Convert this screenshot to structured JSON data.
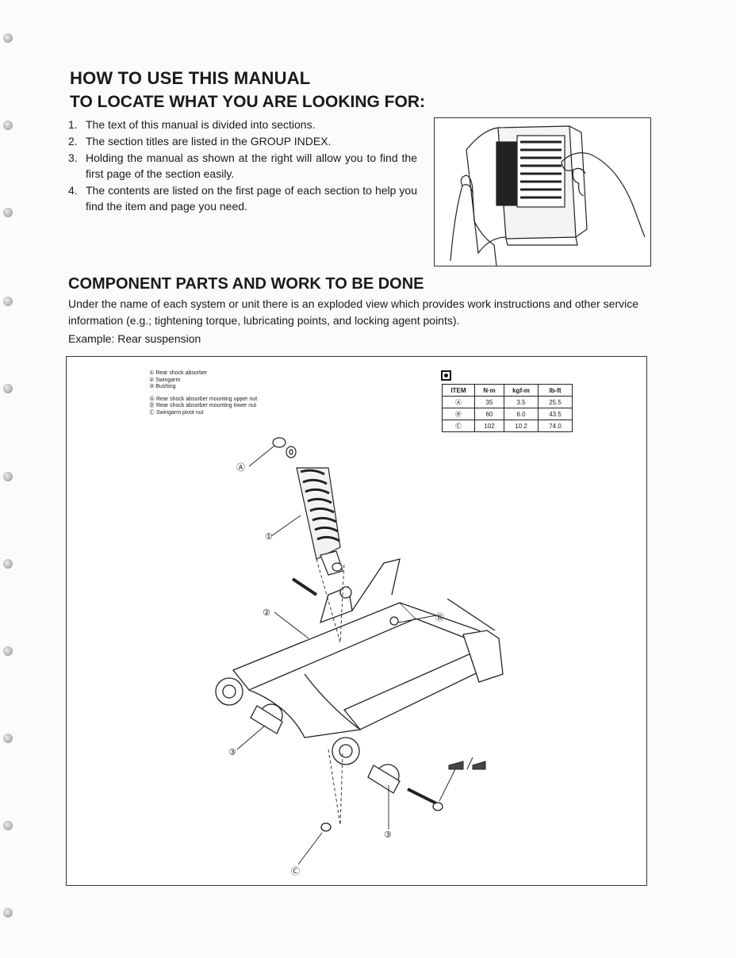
{
  "page": {
    "title": "HOW TO USE THIS MANUAL",
    "subtitle": "TO LOCATE WHAT YOU ARE LOOKING FOR:"
  },
  "steps": [
    {
      "num": "1.",
      "text": "The text of this manual is divided into sections."
    },
    {
      "num": "2.",
      "text": "The section titles are listed in the GROUP INDEX."
    },
    {
      "num": "3.",
      "text": "Holding the manual as shown at the right will allow you to find the first page of the section easily."
    },
    {
      "num": "4.",
      "text": "The contents are listed on the first page of each section to help you find the item and page you need."
    }
  ],
  "component": {
    "heading": "COMPONENT PARTS AND WORK TO BE DONE",
    "description": "Under the name of each system or unit there is an exploded view which provides work instructions and other service information (e.g.; tightening torque, lubricating points, and locking agent points).",
    "example": "Example: Rear suspension"
  },
  "legend": {
    "parts": [
      "① Rear shock absorber",
      "② Swingarm",
      "③ Bushing"
    ],
    "torque_points": [
      "Ⓐ Rear shock absorber mounting upper nut",
      "Ⓑ Rear shock absorber mounting lower nut",
      "Ⓒ Swingarm pivot nut"
    ]
  },
  "torque_table": {
    "headers": [
      "ITEM",
      "N·m",
      "kgf-m",
      "lb-ft"
    ],
    "rows": [
      [
        "Ⓐ",
        "35",
        "3.5",
        "25.5"
      ],
      [
        "Ⓑ",
        "60",
        "6.0",
        "43.5"
      ],
      [
        "Ⓒ",
        "102",
        "10.2",
        "74.0"
      ]
    ]
  },
  "callouts": {
    "A": "Ⓐ",
    "B": "Ⓑ",
    "C": "Ⓒ",
    "one": "①",
    "two": "②",
    "three": "③"
  },
  "icons": [
    "torque-wrench-icon",
    "grease-icon",
    "binder-hole-icon"
  ]
}
